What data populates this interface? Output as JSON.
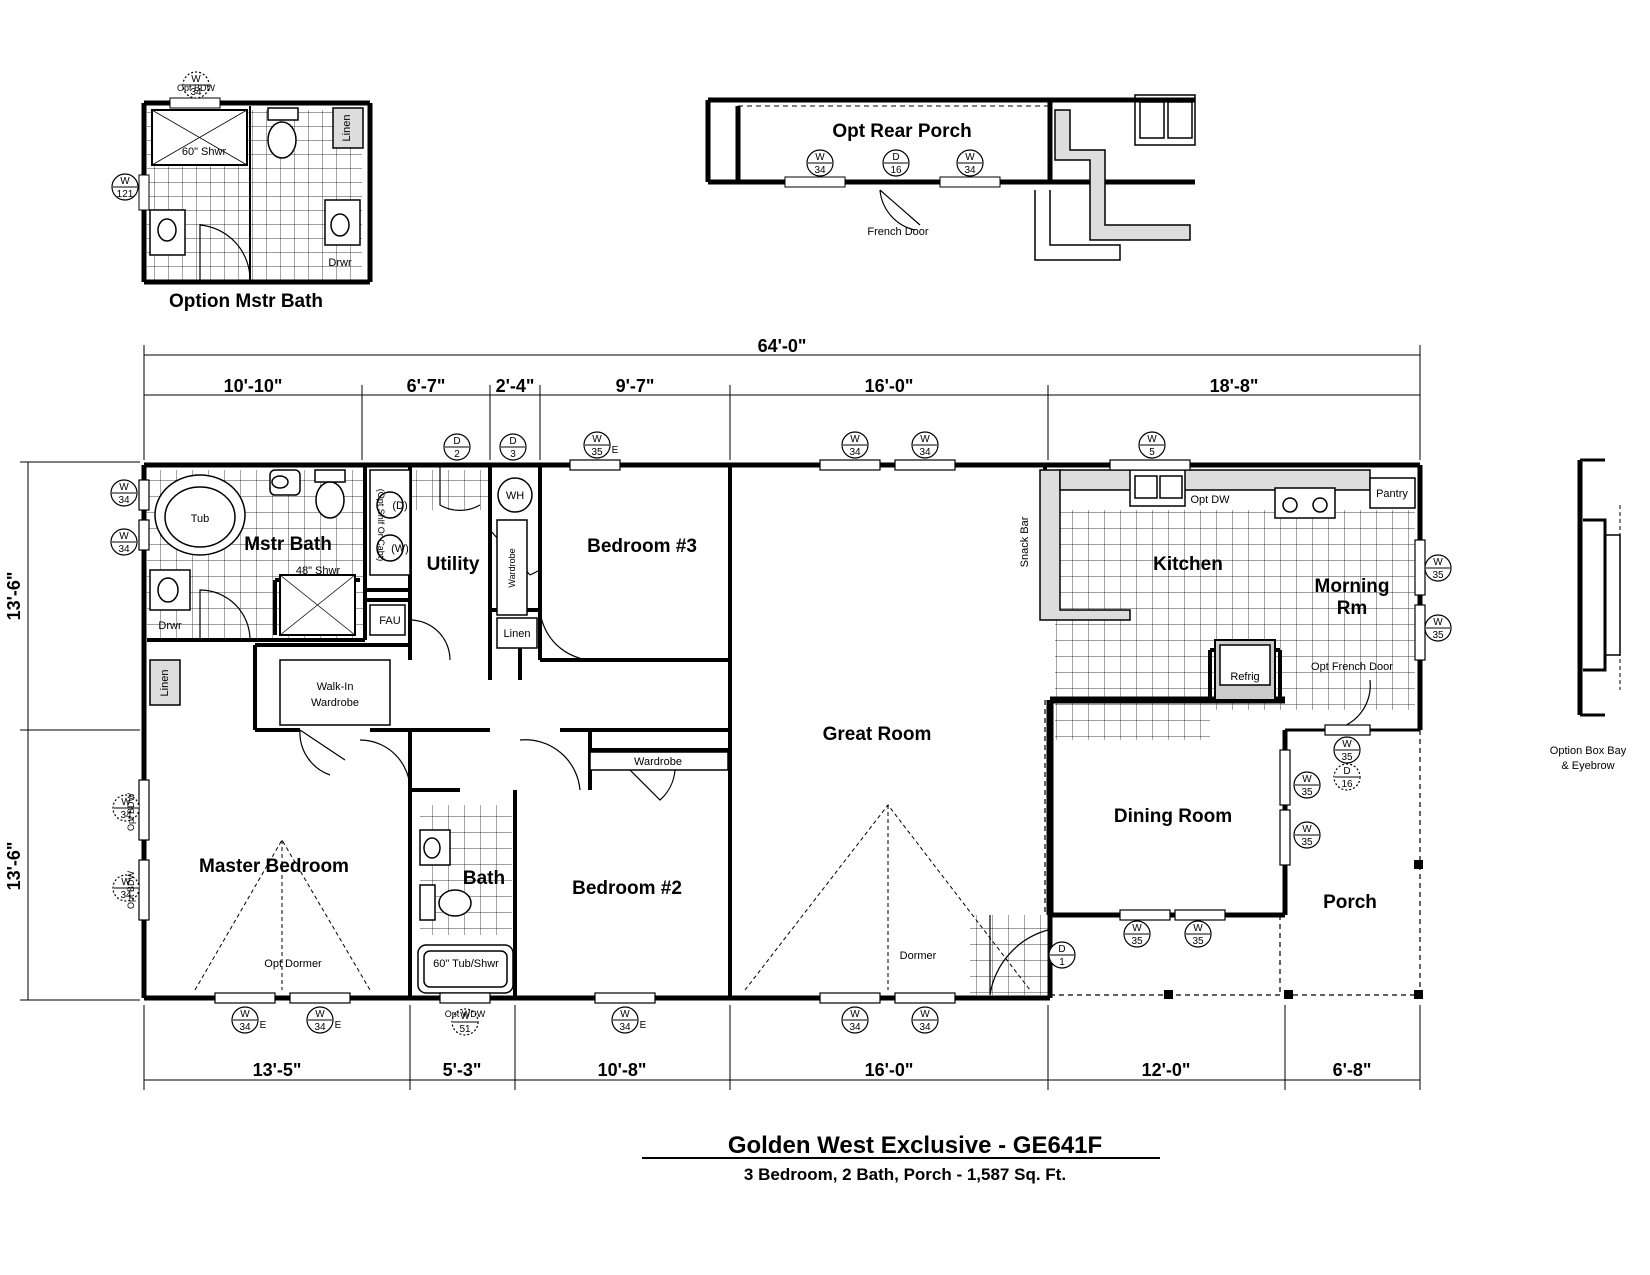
{
  "title": "Golden West Exclusive - GE641F",
  "subtitle": "3 Bedroom, 2 Bath, Porch - 1,587 Sq. Ft.",
  "dimensions": {
    "overall": "64'-0\"",
    "top": [
      "10'-10\"",
      "6'-7\"",
      "2'-4\"",
      "9'-7\"",
      "16'-0\"",
      "18'-8\""
    ],
    "bottom": [
      "13'-5\"",
      "5'-3\"",
      "10'-8\"",
      "16'-0\"",
      "12'-0\"",
      "6'-8\""
    ],
    "left": [
      "13'-6\"",
      "13'-6\""
    ]
  },
  "rooms": {
    "master_bedroom": "Master Bedroom",
    "mstr_bath": "Mstr Bath",
    "utility": "Utility",
    "bedroom3": "Bedroom #3",
    "bedroom2": "Bedroom #2",
    "bath": "Bath",
    "great_room": "Great Room",
    "kitchen": "Kitchen",
    "morning_rm_1": "Morning",
    "morning_rm_2": "Rm",
    "dining_room": "Dining Room",
    "porch": "Porch"
  },
  "labels": {
    "tub": "Tub",
    "shower48": "48\" Shwr",
    "drwr": "Drwr",
    "linen": "Linen",
    "walkin_1": "Walk-In",
    "walkin_2": "Wardrobe",
    "fau": "FAU",
    "wh": "WH",
    "wardrobe": "Wardrobe",
    "opt_shlf": "(Opt Shlf Or Cabt)",
    "dryer": "(D)",
    "washer": "(W)",
    "tub_shwr": "60\" Tub/Shwr",
    "opt_dormer": "Opt Dormer",
    "dormer": "Dormer",
    "snack_bar": "Snack Bar",
    "opt_dw": "Opt DW",
    "pantry": "Pantry",
    "refrig": "Refrig",
    "opt_french_door": "Opt French Door",
    "opt_wdw": "Opt WDW",
    "opt_bdw": "Opt BDW"
  },
  "insets": {
    "mstr_bath_option": {
      "title": "Option Mstr Bath",
      "shower": "60\" Shwr",
      "linen": "Linen",
      "drwr": "Drwr",
      "opt_wdw": "Opt BDW"
    },
    "rear_porch": {
      "title": "Opt Rear Porch",
      "french_door": "French Door"
    },
    "box_bay": {
      "line1": "Option Box Bay",
      "line2": "& Eyebrow"
    }
  },
  "window_tags": {
    "w34": "34",
    "w35": "35",
    "w5": "5",
    "w121": "121",
    "w51": "51",
    "d1": "1",
    "d2": "2",
    "d3": "3",
    "d16": "16",
    "w_letter": "W",
    "d_letter": "D",
    "e": "E"
  }
}
